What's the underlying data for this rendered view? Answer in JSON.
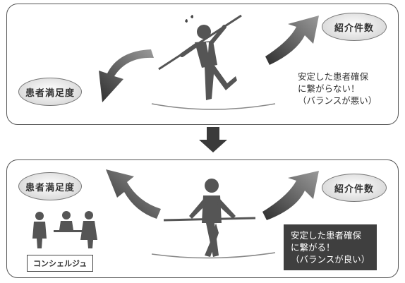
{
  "top_panel": {
    "patient_satisfaction_label": "患者満足度",
    "referral_count_label": "紹介件数",
    "note_lines": [
      "安定した患者確保",
      "に繋がらない！",
      "（バランスが悪い）"
    ]
  },
  "bottom_panel": {
    "patient_satisfaction_label": "患者満足度",
    "referral_count_label": "紹介件数",
    "note_lines": [
      "安定した患者確保",
      "に繋がる！",
      "（バランスが良い）"
    ],
    "concierge_label": "コンシェルジュ"
  },
  "colors": {
    "arrow_dark": "#3a3a3a",
    "arrow_light": "#8a8a8a",
    "pill_fill": "#dcdcdc",
    "figure": "#555555",
    "note_box": "#3f3f3f"
  }
}
